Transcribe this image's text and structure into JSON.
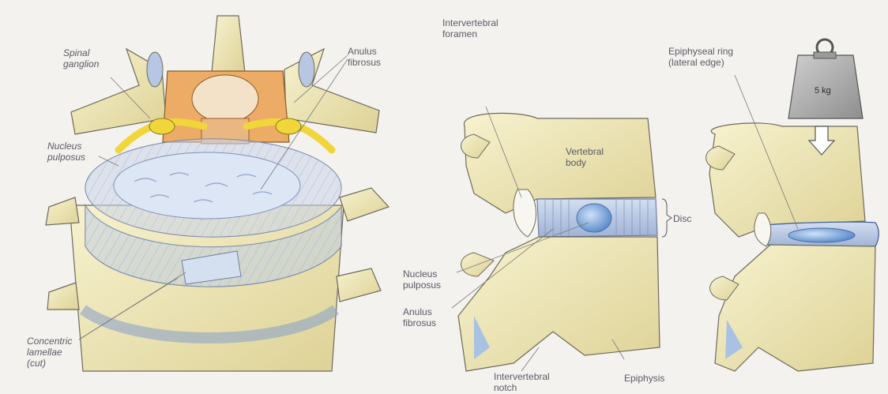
{
  "labels": {
    "spinal_ganglion": "Spinal\nganglion",
    "anulus_fibrosus_top": "Anulus\nfibrosus",
    "nucleus_pulposus_left": "Nucleus\npulposus",
    "concentric_lamellae": "Concentric\nlamellae\n(cut)",
    "intervertebral_foramen": "Intervertebral\nforamen",
    "vertebral_body": "Vertebral\nbody",
    "disc": "Disc",
    "nucleus_pulposus_mid": "Nucleus\npulposus",
    "anulus_fibrosus_mid": "Anulus\nfibrosus",
    "intervertebral_notch": "Intervertebral\nnotch",
    "epiphysis": "Epiphysis",
    "epiphyseal_ring": "Epiphyseal ring\n(lateral edge)",
    "weight": "5 kg"
  },
  "colors": {
    "bone": "#efe8b8",
    "bone_shadow": "#d8cf8e",
    "disc_blue": "#b9c8e0",
    "nucleus_blue": "#7fa6d8",
    "spinal_cord": "#e8a45a",
    "nerve_yellow": "#f0d63a",
    "label_gray": "#5a5a66",
    "weight_gray": "#a8a8a8"
  }
}
